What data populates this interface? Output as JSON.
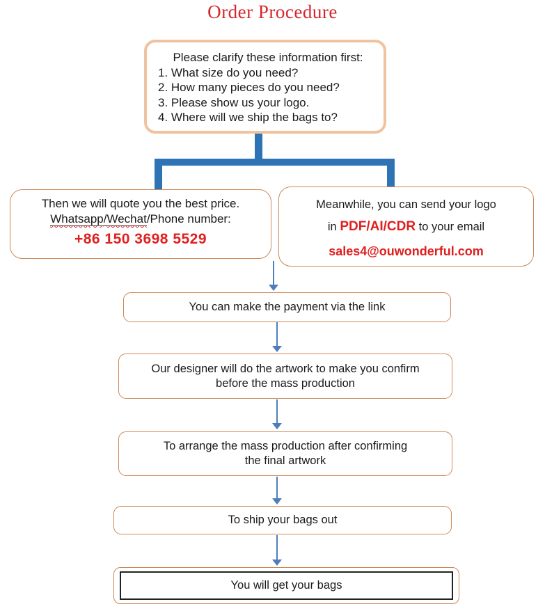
{
  "title": "Order Procedure",
  "colors": {
    "title_red": "#d6252b",
    "accent_red": "#e01f1f",
    "connector_blue": "#2e74b5",
    "arrow_blue": "#4d7ebb",
    "box_border_orange": "#ce8756",
    "box_border_peach": "#f0c3a0"
  },
  "clarify_box": {
    "heading": "Please clarify these information first:",
    "items": [
      "1. What size do you need?",
      "2. How many pieces do you need?",
      "3. Please show us your logo.",
      "4. Where will we ship the bags to?"
    ]
  },
  "quote_box": {
    "line1": "Then we will quote you the best price.",
    "whatsapp": "Whatsapp",
    "slash": "/",
    "wechat": "Wechat",
    "line2_rest": "/Phone number:",
    "phone": "+86 150 3698 5529"
  },
  "logo_box": {
    "line1": "Meanwhile, you can send your logo",
    "line2_prefix": "in ",
    "formats": "PDF/AI/CDR",
    "line2_suffix": " to your email",
    "email": "sales4@ouwonderful.com"
  },
  "steps": {
    "payment": "You can make the payment via the link",
    "artwork_line1": "Our designer will do the artwork to make you confirm",
    "artwork_line2": "before the mass production",
    "production_line1": "To arrange the mass production after confirming",
    "production_line2": "the final artwork",
    "ship": "To ship your bags out",
    "final": "You will get your bags"
  }
}
